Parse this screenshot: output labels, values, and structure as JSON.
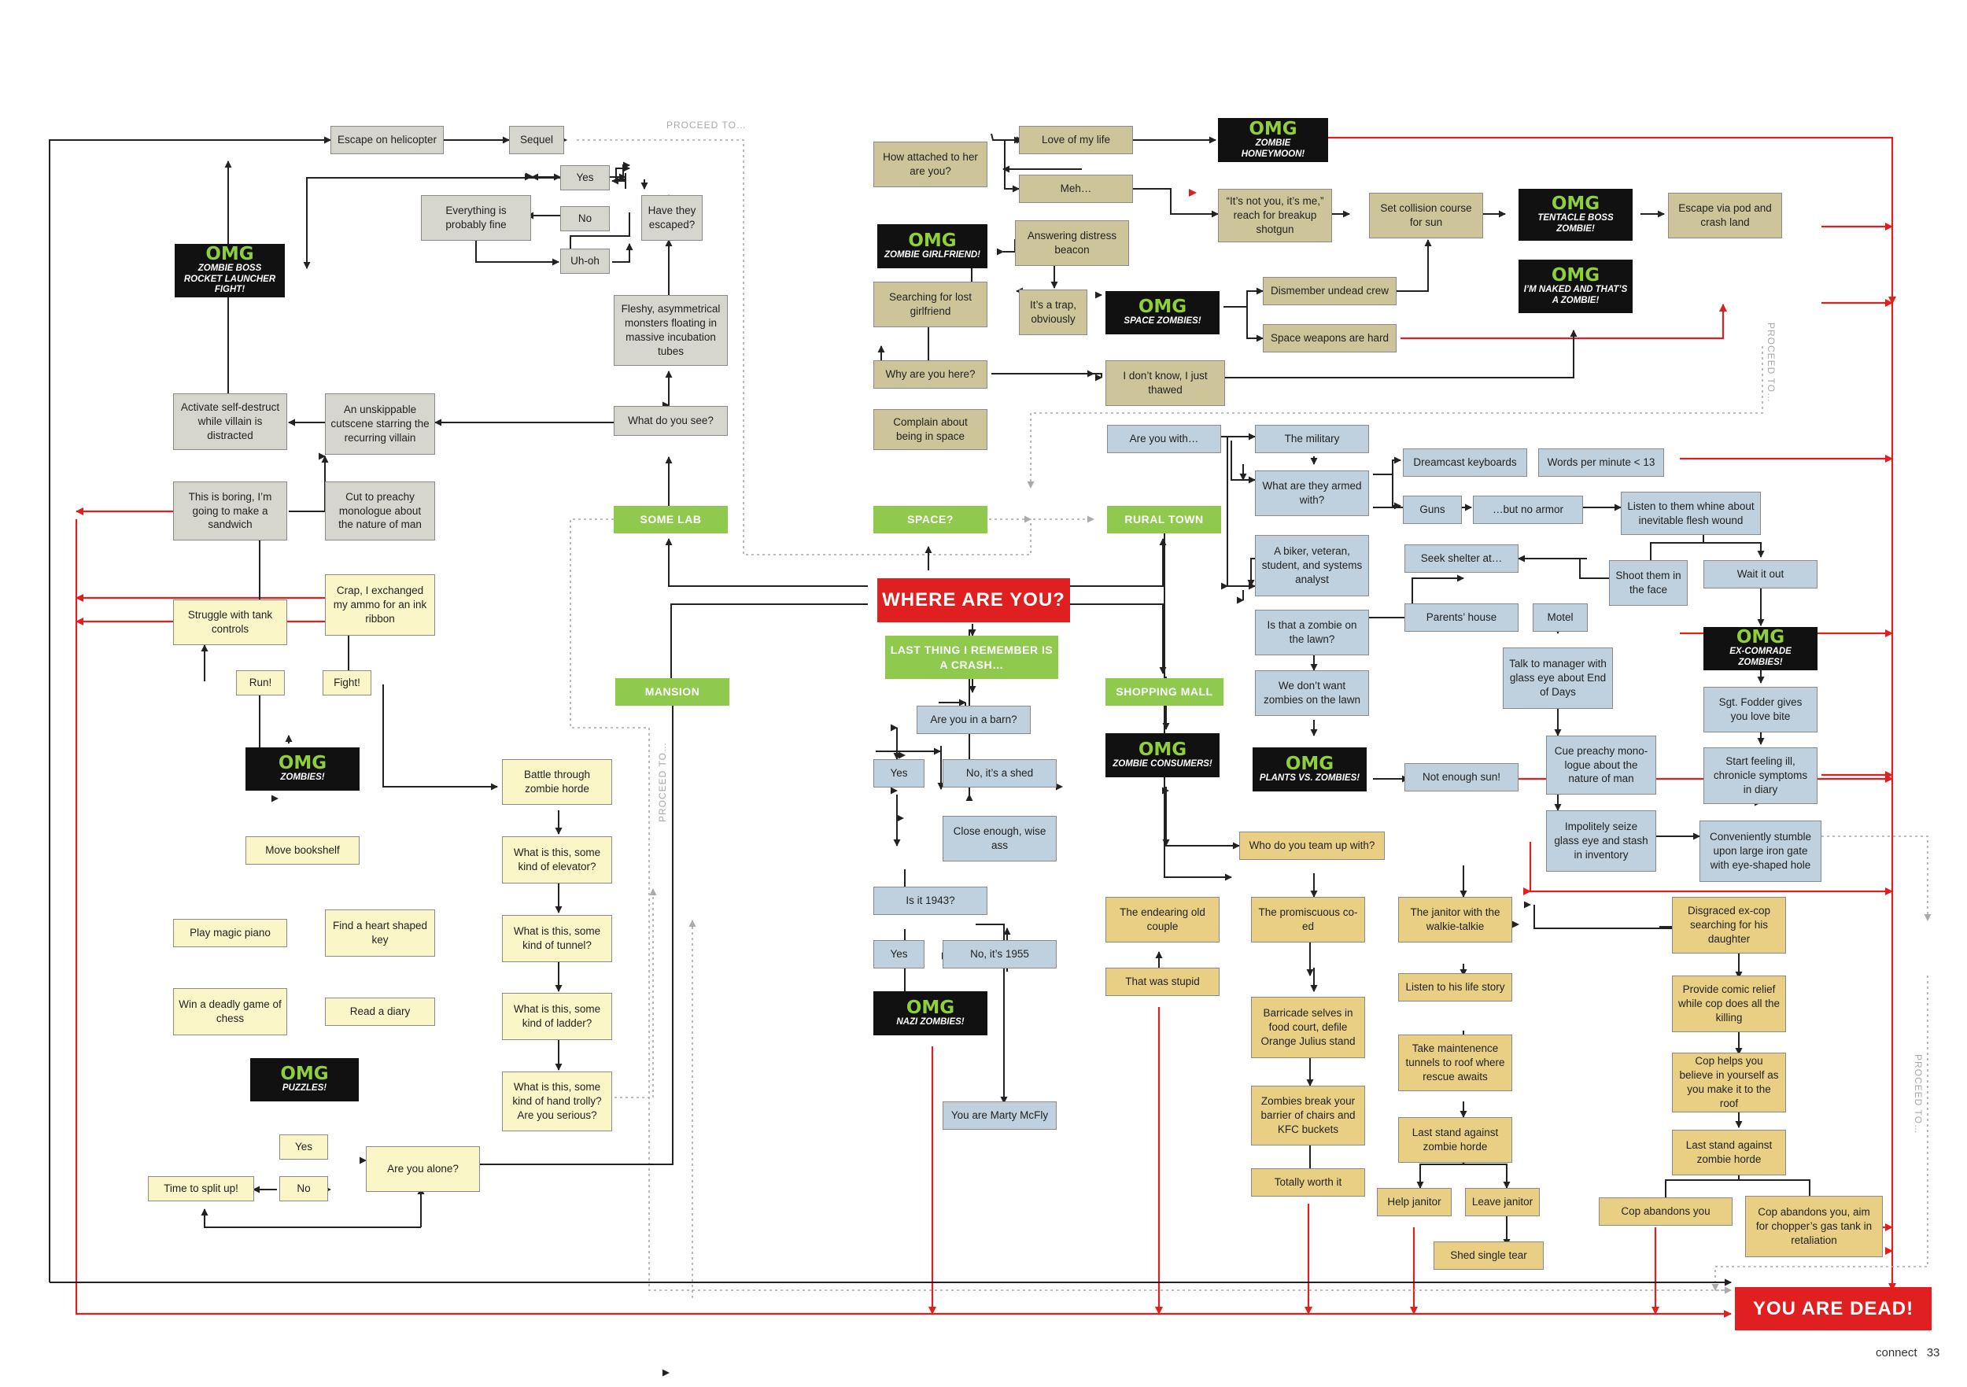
{
  "footer": {
    "publication": "connect",
    "page_number": "33"
  },
  "proceed_label": "PROCEED TO…",
  "colors": {
    "arrow": "#222222",
    "dead_arrow": "#e02020",
    "proceed_dashed": "#aaaaaa",
    "omg_text": "#8fcf3a"
  },
  "nodes": {
    "where": "WHERE ARE YOU?",
    "some_lab": "SOME LAB",
    "space": "SPACE?",
    "rural_town": "RURAL TOWN",
    "mansion": "MANSION",
    "shopping_mall": "SHOPPING MALL",
    "last_thing": "LAST THING I REMEMBER IS A CRASH…",
    "what_see": "What do you see?",
    "unskippable": "An unskippable cutscene starring the recurring villain",
    "activate": "Activate self-destruct while villain is distracted",
    "boring": "This is boring, I’m going to make a sandwich",
    "cut_preachy": "Cut to preachy monologue about the nature of man",
    "omg_rocket_sub": "ZOMBIE BOSS ROCKET LAUNCHER FIGHT!",
    "escape_heli": "Escape on helicopter",
    "sequel": "Sequel",
    "fleshy": "Fleshy, asymmetrical monsters floating in massive incubation tubes",
    "have_escaped": "Have they escaped?",
    "yes_lab": "Yes",
    "no_lab": "No",
    "uhoh": "Uh-oh",
    "everything_fine": "Everything is probably fine",
    "crap_ammo": "Crap, I exchanged my ammo for an ink ribbon",
    "struggle": "Struggle with tank controls",
    "run": "Run!",
    "fight": "Fight!",
    "omg_zombies_sub": "ZOMBIES!",
    "battle": "Battle through zombie horde",
    "elevator": "What is this, some kind of elevator?",
    "tunnel": "What is this, some kind of tunnel?",
    "ladder": "What is this, some kind of ladder?",
    "hand_trolly": "What is this, some kind of hand trolly? Are you serious?",
    "move_bookshelf": "Move bookshelf",
    "play_piano": "Play magic piano",
    "find_heart": "Find a heart shaped key",
    "win_chess": "Win a deadly game of chess",
    "read_diary": "Read a diary",
    "omg_puzzles_sub": "PUZZLES!",
    "are_alone": "Are you alone?",
    "yes_alone": "Yes",
    "no_alone": "No",
    "split_up": "Time to split up!",
    "complain": "Complain about being in space",
    "why_here": "Why are you here?",
    "searching": "Searching for lost girlfriend",
    "omg_girlfriend_sub": "ZOMBIE GIRLFRIEND!",
    "how_attached": "How attached to her are you?",
    "love_life": "Love of my life",
    "meh": "Meh…",
    "omg_honeymoon_sub": "ZOMBIE HONEYMOON!",
    "not_you": "“It’s not you, it’s me,” reach for breakup shotgun",
    "set_collision": "Set collision course for sun",
    "omg_tentacle_sub": "TENTACLE BOSS ZOMBIE!",
    "escape_pod": "Escape via pod and crash land",
    "answering": "Answering distress beacon",
    "trap": "It’s a trap, obviously",
    "omg_space_sub": "SPACE ZOMBIES!",
    "dismember": "Dismember undead crew",
    "space_weapons": "Space weapons are hard",
    "omg_naked_sub": "I’M NAKED AND THAT’S A ZOMBIE!",
    "dont_know": "I don’t know, I just thawed",
    "are_with": "Are you with…",
    "military": "The military",
    "armed": "What are they armed with?",
    "dreamcast": "Dreamcast keyboards",
    "words_min": "Words per minute < 13",
    "guns": "Guns",
    "no_armor": "…but no armor",
    "listen_whine": "Listen to them whine about inevitable flesh wound",
    "shoot_face": "Shoot them in the face",
    "wait_out": "Wait it out",
    "omg_excomrade_sub": "EX-COMRADE ZOMBIES!",
    "sgt_fodder": "Sgt. Fodder gives you love bite",
    "start_feeling": "Start feeling ill, chronicle symptoms in diary",
    "conveniently": "Conveniently stumble upon large iron gate with eye-shaped hole",
    "biker": "A biker, veteran, student, and systems analyst",
    "seek_shelter": "Seek shelter at…",
    "parents": "Parents’ house",
    "motel": "Motel",
    "zombie_lawn": "Is that a zombie on the lawn?",
    "dont_want": "We don’t want zombies on the lawn",
    "omg_plants_sub": "PLANTS VS. ZOMBIES!",
    "not_enough_sun": "Not enough sun!",
    "talk_manager": "Talk to manager with glass eye about End of Days",
    "cue_preachy": "Cue preachy mono-logue about the nature of man",
    "impolitely": "Impolitely seize glass eye and stash in inventory",
    "barn": "Are you in a barn?",
    "yes_barn": "Yes",
    "shed": "No, it’s a shed",
    "close_enough": "Close enough, wise ass",
    "is_1943": "Is it 1943?",
    "yes_1943": "Yes",
    "no_1955": "No, it’s 1955",
    "omg_nazi_sub": "NAZI ZOMBIES!",
    "marty": "You are Marty McFly",
    "omg_consumers_sub": "ZOMBIE CONSUMERS!",
    "who_team": "Who do you team up with?",
    "endearing": "The endearing old couple",
    "that_stupid": "That was stupid",
    "promiscuous": "The promiscuous co-ed",
    "barricade": "Barricade selves in food court, defile Orange Julius stand",
    "break_barrier": "Zombies break your barrier of chairs and KFC buckets",
    "totally_worth": "Totally worth it",
    "janitor": "The janitor with the walkie-talkie",
    "listen_life": "Listen to his life story",
    "maintenance": "Take maintenence tunnels to roof where rescue awaits",
    "last_stand_j": "Last stand against zombie horde",
    "help_janitor": "Help janitor",
    "leave_janitor": "Leave janitor",
    "shed_tear": "Shed single tear",
    "disgraced": "Disgraced ex-cop searching for his daughter",
    "comic_relief": "Provide comic relief while cop does all the killing",
    "cop_helps": "Cop helps you believe in yourself as you make it to the roof",
    "last_stand_c": "Last stand against zombie horde",
    "cop_abandons": "Cop abandons you",
    "cop_aim": "Cop abandons you, aim for chopper’s gas tank in retaliation",
    "dead": "YOU ARE DEAD!",
    "omg": "OMG"
  }
}
